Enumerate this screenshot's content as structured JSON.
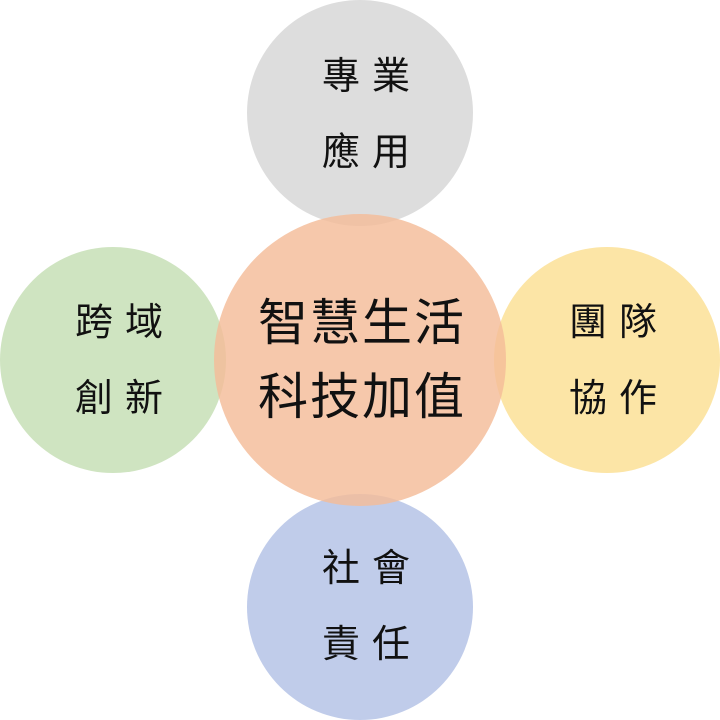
{
  "diagram": {
    "center": {
      "lines": [
        "智慧生活",
        "科技加值"
      ],
      "color": "#F4BC98"
    },
    "top": {
      "lines": [
        "專業",
        "應用"
      ],
      "color": "#DADADA"
    },
    "left": {
      "lines": [
        "跨域",
        "創新"
      ],
      "color": "#CBE2BC"
    },
    "right": {
      "lines": [
        "團隊",
        "協作"
      ],
      "color": "#FCE39E"
    },
    "bottom": {
      "lines": [
        "社會",
        "責任"
      ],
      "color": "#BBC8E8"
    }
  }
}
